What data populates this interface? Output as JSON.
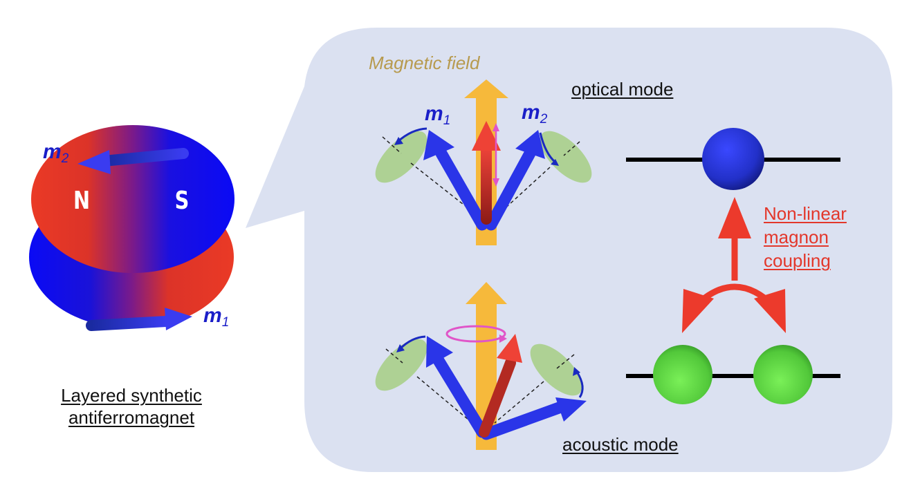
{
  "magnet": {
    "north_label": "N",
    "south_label": "S",
    "top_moment": {
      "symbol": "m",
      "subscript": "2"
    },
    "bottom_moment": {
      "symbol": "m",
      "subscript": "1"
    },
    "caption_line1": "Layered synthetic",
    "caption_line2": "antiferromagnet"
  },
  "panel": {
    "field_label": "Magnetic field",
    "optical": {
      "title": "optical mode",
      "m1": {
        "symbol": "m",
        "subscript": "1"
      },
      "m2": {
        "symbol": "m",
        "subscript": "2"
      }
    },
    "acoustic": {
      "title": "acoustic mode"
    },
    "coupling": {
      "line1": "Non-linear",
      "line2": "magnon",
      "line3": "coupling"
    }
  },
  "colors": {
    "panel_bg": "#dbe1f1",
    "field_arrow": "#f6b93b",
    "moment_blue": "#2a35e8",
    "net_red": "#e2352b",
    "precession_cone": "#a9cf8a",
    "oscillation_pink": "#e055c8",
    "coupling_red": "#ec3a2c",
    "optical_magnon": "#2230c8",
    "acoustic_magnon": "#5ed640",
    "field_label": "#b79a4e"
  }
}
